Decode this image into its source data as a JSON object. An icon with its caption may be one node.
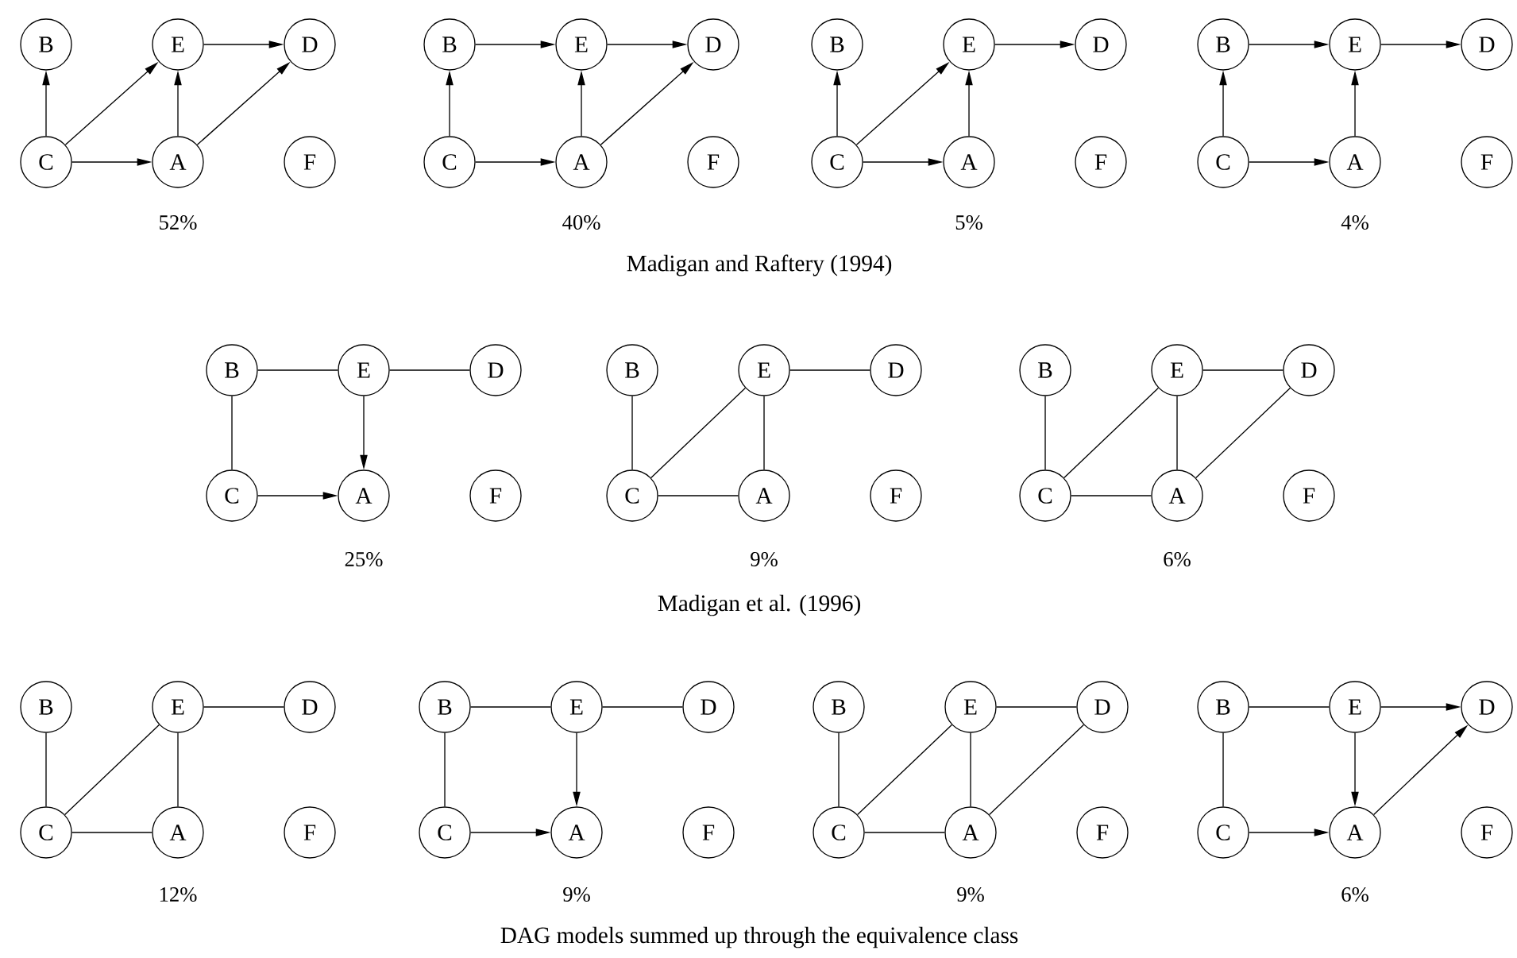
{
  "diagram": {
    "nodes": [
      {
        "text": [
          "B"
        ]
      },
      {
        "text": [
          "E"
        ]
      },
      {
        "text": [
          "D"
        ]
      },
      {
        "text": [
          "C"
        ]
      },
      {
        "text": [
          "A"
        ]
      },
      {
        "text": [
          "F"
        ]
      },
      {
        "text": [
          "B"
        ]
      },
      {
        "text": [
          "E"
        ]
      },
      {
        "text": [
          "D"
        ]
      },
      {
        "text": [
          "C"
        ]
      },
      {
        "text": [
          "A"
        ]
      },
      {
        "text": [
          "F"
        ]
      },
      {
        "text": [
          "B"
        ]
      },
      {
        "text": [
          "E"
        ]
      },
      {
        "text": [
          "D"
        ]
      },
      {
        "text": [
          "C"
        ]
      },
      {
        "text": [
          "A"
        ]
      },
      {
        "text": [
          "F"
        ]
      },
      {
        "text": [
          "B"
        ]
      },
      {
        "text": [
          "E"
        ]
      },
      {
        "text": [
          "D"
        ]
      },
      {
        "text": [
          "C"
        ]
      },
      {
        "text": [
          "A"
        ]
      },
      {
        "text": [
          "F"
        ]
      },
      {
        "text": [
          "B"
        ]
      },
      {
        "text": [
          "E"
        ]
      },
      {
        "text": [
          "D"
        ]
      },
      {
        "text": [
          "C"
        ]
      },
      {
        "text": [
          "A"
        ]
      },
      {
        "text": [
          "F"
        ]
      },
      {
        "text": [
          "B"
        ]
      },
      {
        "text": [
          "E"
        ]
      },
      {
        "text": [
          "D"
        ]
      },
      {
        "text": [
          "C"
        ]
      },
      {
        "text": [
          "A"
        ]
      },
      {
        "text": [
          "F"
        ]
      },
      {
        "text": [
          "B"
        ]
      },
      {
        "text": [
          "E"
        ]
      },
      {
        "text": [
          "D"
        ]
      },
      {
        "text": [
          "C"
        ]
      },
      {
        "text": [
          "A"
        ]
      },
      {
        "text": [
          "F"
        ]
      },
      {
        "text": [
          "B"
        ]
      },
      {
        "text": [
          "E"
        ]
      },
      {
        "text": [
          "D"
        ]
      },
      {
        "text": [
          "C"
        ]
      },
      {
        "text": [
          "A"
        ]
      },
      {
        "text": [
          "F"
        ]
      },
      {
        "text": [
          "B"
        ]
      },
      {
        "text": [
          "E"
        ]
      },
      {
        "text": [
          "D"
        ]
      },
      {
        "text": [
          "C"
        ]
      },
      {
        "text": [
          "A"
        ]
      },
      {
        "text": [
          "F"
        ]
      },
      {
        "text": [
          "B"
        ]
      },
      {
        "text": [
          "E"
        ]
      },
      {
        "text": [
          "D"
        ]
      },
      {
        "text": [
          "C"
        ]
      },
      {
        "text": [
          "A"
        ]
      },
      {
        "text": [
          "F"
        ]
      },
      {
        "text": [
          "B"
        ]
      },
      {
        "text": [
          "E"
        ]
      },
      {
        "text": [
          "D"
        ]
      },
      {
        "text": [
          "C"
        ]
      },
      {
        "text": [
          "A"
        ]
      },
      {
        "text": [
          "F"
        ]
      }
    ],
    "edges": [
      {
        "from": 3,
        "to": 0,
        "arrow": "to"
      },
      {
        "from": 3,
        "to": 1,
        "arrow": "to"
      },
      {
        "from": 3,
        "to": 4,
        "arrow": "to"
      },
      {
        "from": 4,
        "to": 1,
        "arrow": "to"
      },
      {
        "from": 1,
        "to": 2,
        "arrow": "to"
      },
      {
        "from": 4,
        "to": 2,
        "arrow": "to"
      },
      {
        "from": 9,
        "to": 6,
        "arrow": "to"
      },
      {
        "from": 6,
        "to": 7,
        "arrow": "to"
      },
      {
        "from": 7,
        "to": 8,
        "arrow": "to"
      },
      {
        "from": 9,
        "to": 10,
        "arrow": "to"
      },
      {
        "from": 10,
        "to": 7,
        "arrow": "to"
      },
      {
        "from": 10,
        "to": 8,
        "arrow": "to"
      },
      {
        "from": 15,
        "to": 12,
        "arrow": "to"
      },
      {
        "from": 15,
        "to": 13,
        "arrow": "to"
      },
      {
        "from": 15,
        "to": 16,
        "arrow": "to"
      },
      {
        "from": 16,
        "to": 13,
        "arrow": "to"
      },
      {
        "from": 13,
        "to": 14,
        "arrow": "to"
      },
      {
        "from": 21,
        "to": 18,
        "arrow": "to"
      },
      {
        "from": 18,
        "to": 19,
        "arrow": "to"
      },
      {
        "from": 19,
        "to": 20,
        "arrow": "to"
      },
      {
        "from": 21,
        "to": 22,
        "arrow": "to"
      },
      {
        "from": 22,
        "to": 19,
        "arrow": "to"
      },
      {
        "from": 24,
        "to": 25,
        "arrow": "none"
      },
      {
        "from": 25,
        "to": 26,
        "arrow": "none"
      },
      {
        "from": 24,
        "to": 27,
        "arrow": "none"
      },
      {
        "from": 25,
        "to": 28,
        "arrow": "to"
      },
      {
        "from": 27,
        "to": 28,
        "arrow": "to"
      },
      {
        "from": 30,
        "to": 33,
        "arrow": "none"
      },
      {
        "from": 33,
        "to": 31,
        "arrow": "none"
      },
      {
        "from": 31,
        "to": 32,
        "arrow": "none"
      },
      {
        "from": 31,
        "to": 34,
        "arrow": "none"
      },
      {
        "from": 33,
        "to": 34,
        "arrow": "none"
      },
      {
        "from": 36,
        "to": 39,
        "arrow": "none"
      },
      {
        "from": 39,
        "to": 37,
        "arrow": "none"
      },
      {
        "from": 37,
        "to": 38,
        "arrow": "none"
      },
      {
        "from": 37,
        "to": 40,
        "arrow": "none"
      },
      {
        "from": 39,
        "to": 40,
        "arrow": "none"
      },
      {
        "from": 40,
        "to": 38,
        "arrow": "none"
      },
      {
        "from": 42,
        "to": 45,
        "arrow": "none"
      },
      {
        "from": 45,
        "to": 43,
        "arrow": "none"
      },
      {
        "from": 43,
        "to": 44,
        "arrow": "none"
      },
      {
        "from": 43,
        "to": 46,
        "arrow": "none"
      },
      {
        "from": 45,
        "to": 46,
        "arrow": "none"
      },
      {
        "from": 48,
        "to": 49,
        "arrow": "none"
      },
      {
        "from": 49,
        "to": 50,
        "arrow": "none"
      },
      {
        "from": 48,
        "to": 51,
        "arrow": "none"
      },
      {
        "from": 49,
        "to": 52,
        "arrow": "to"
      },
      {
        "from": 51,
        "to": 52,
        "arrow": "to"
      },
      {
        "from": 54,
        "to": 57,
        "arrow": "none"
      },
      {
        "from": 57,
        "to": 55,
        "arrow": "none"
      },
      {
        "from": 55,
        "to": 56,
        "arrow": "none"
      },
      {
        "from": 55,
        "to": 58,
        "arrow": "none"
      },
      {
        "from": 57,
        "to": 58,
        "arrow": "none"
      },
      {
        "from": 58,
        "to": 56,
        "arrow": "none"
      },
      {
        "from": 60,
        "to": 61,
        "arrow": "none"
      },
      {
        "from": 61,
        "to": 62,
        "arrow": "to"
      },
      {
        "from": 60,
        "to": 63,
        "arrow": "none"
      },
      {
        "from": 61,
        "to": 64,
        "arrow": "to"
      },
      {
        "from": 63,
        "to": 64,
        "arrow": "to"
      },
      {
        "from": 64,
        "to": 62,
        "arrow": "to"
      }
    ],
    "labels": [
      "52%",
      "40%",
      "5%",
      "4%",
      "Madigan and Raftery (1994)",
      "25%",
      "9%",
      "6%",
      "Madigan et al.  (1996)",
      "12%",
      "9%",
      "9%",
      "6%",
      "DAG models summed up through the equivalence class"
    ]
  }
}
